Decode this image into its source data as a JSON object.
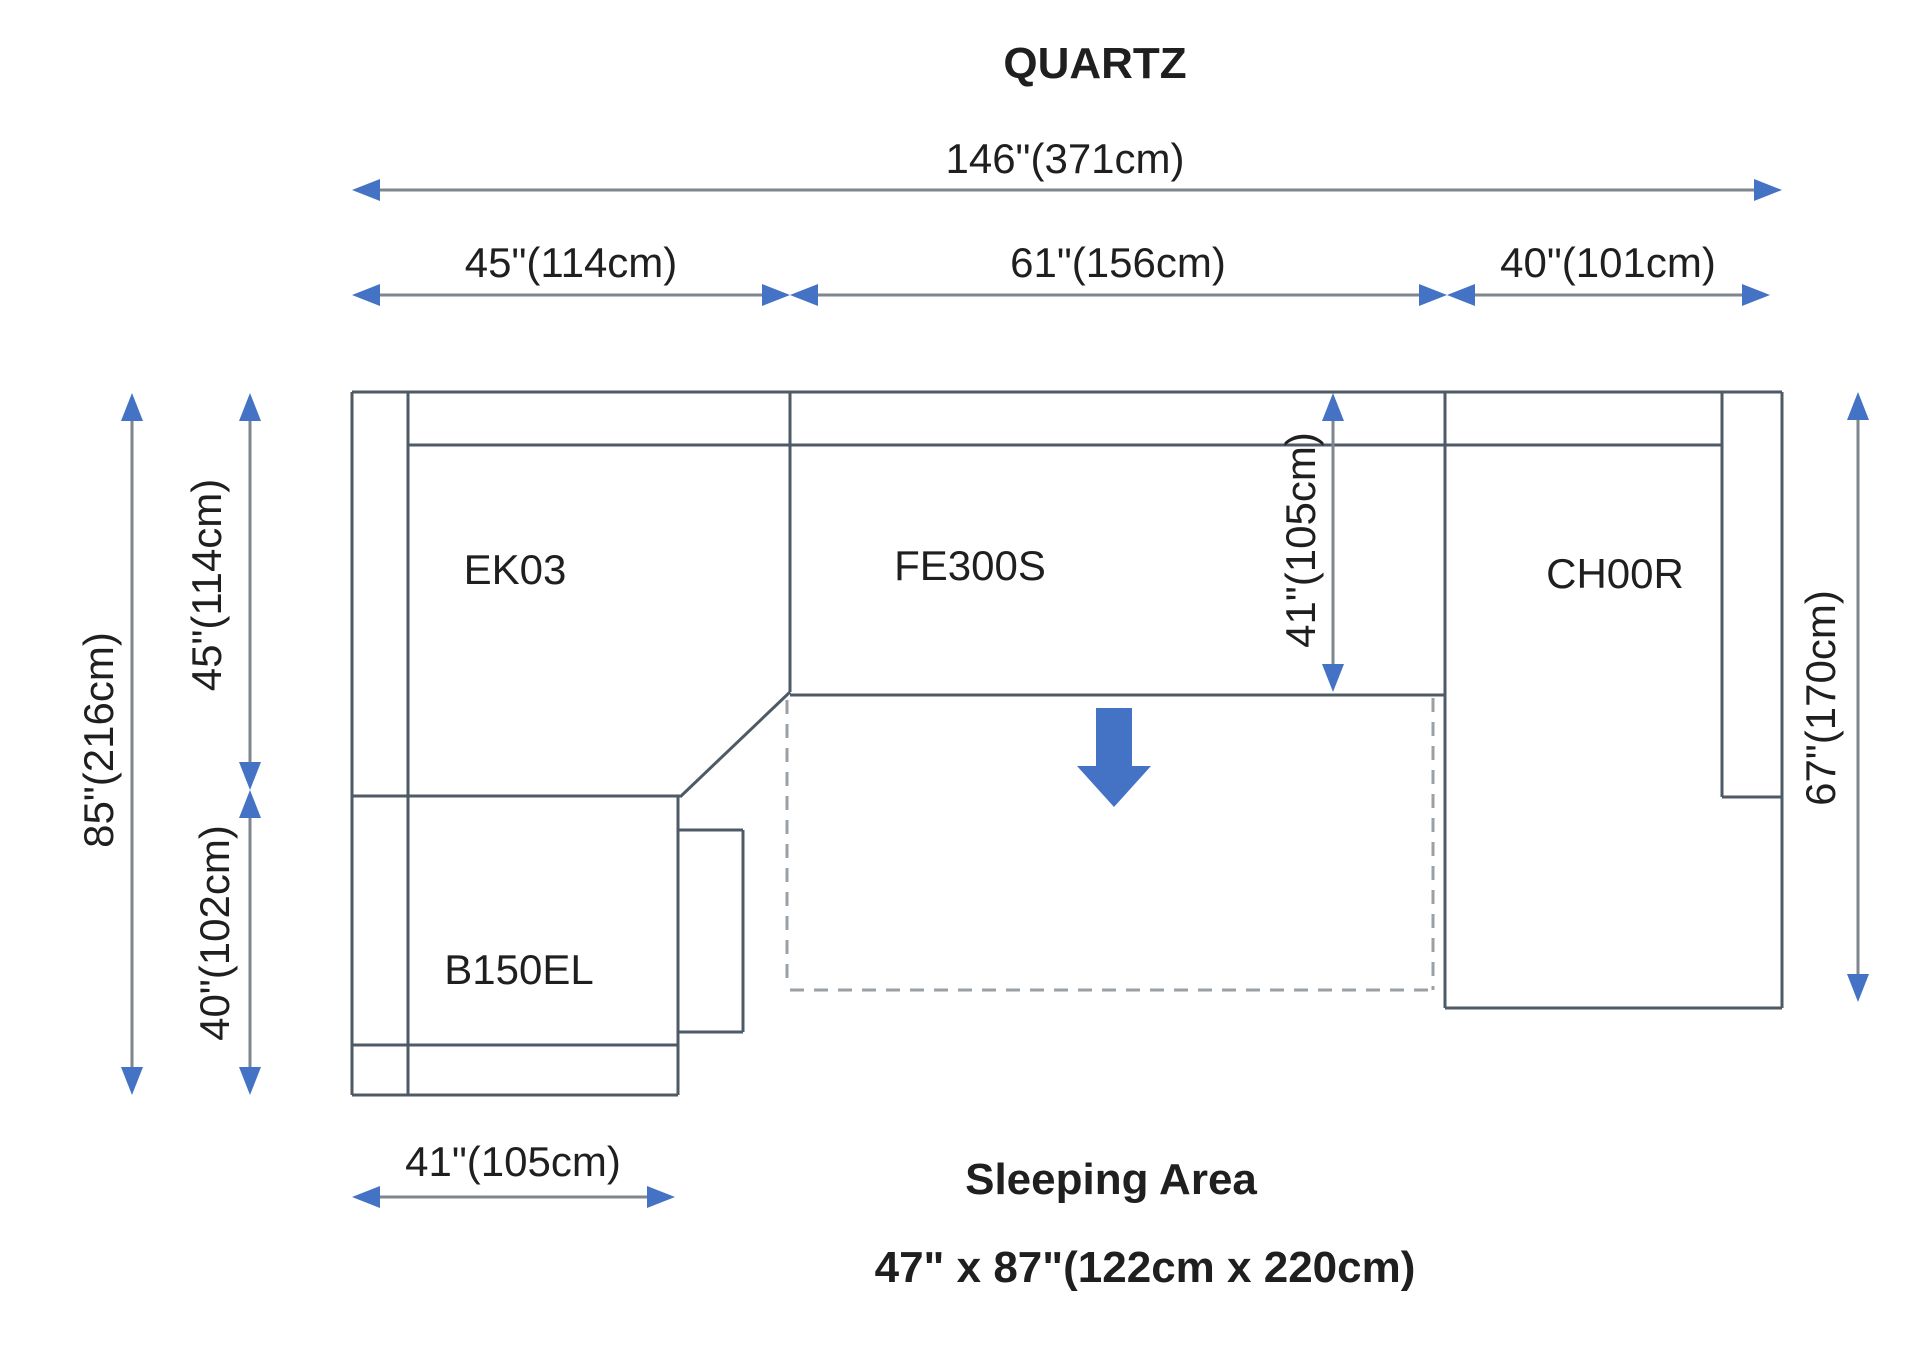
{
  "title": "QUARTZ",
  "sections": {
    "ek03": "EK03",
    "fe300s": "FE300S",
    "ch00r": "CH00R",
    "b150el": "B150EL"
  },
  "dimensions": {
    "total_width": "146\"(371cm)",
    "ek03_width": "45\"(114cm)",
    "fe300s_width": "61\"(156cm)",
    "ch00r_width": "40\"(101cm)",
    "total_depth": "85\"(216cm)",
    "ek03_depth": "45\"(114cm)",
    "b150el_depth": "40\"(102cm)",
    "seat_depth": "41\"(105cm)",
    "ch00r_depth": "67\"(170cm)",
    "b150el_width": "41\"(105cm)"
  },
  "sleeping_area": {
    "label": "Sleeping Area",
    "size": "47\" x 87\"(122cm x 220cm)"
  },
  "colors": {
    "outline": "#4e5a66",
    "dimension": "#7e868e",
    "dashed": "#9aa0a4",
    "arrow": "#4472c4",
    "text": "#1f1f1f"
  }
}
